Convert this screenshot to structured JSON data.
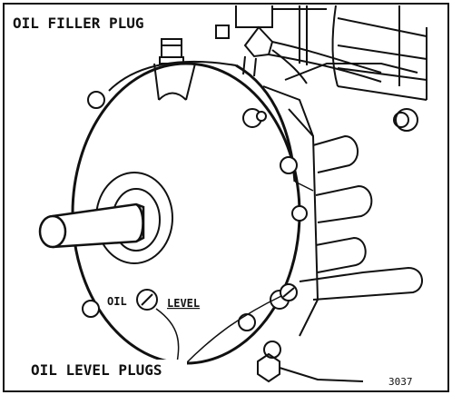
{
  "labels": {
    "oil_filler_plug": "OIL FILLER PLUG",
    "oil": "OIL",
    "level": "LEVEL",
    "oil_level_plugs": "OIL LEVEL PLUGS",
    "figure_number": "3037"
  },
  "colors": {
    "ink": "#111111",
    "paper": "#ffffff"
  }
}
